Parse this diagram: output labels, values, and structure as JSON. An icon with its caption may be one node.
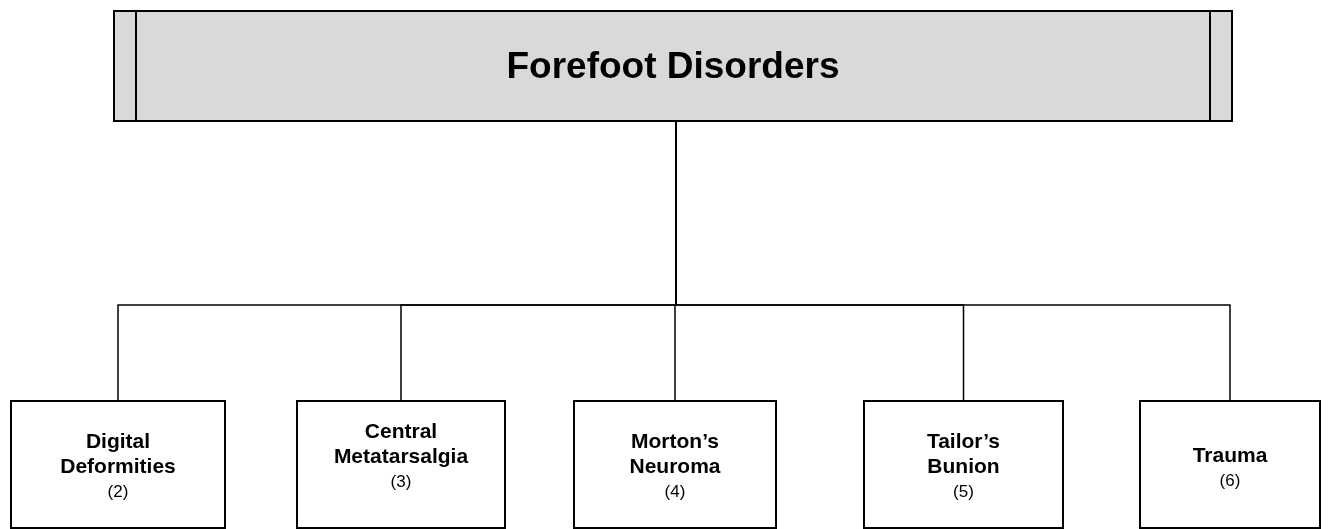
{
  "diagram": {
    "nodes": [
      {
        "text": [
          "Forefoot Disorders"
        ]
      },
      {
        "text": [
          "Digital Deformities",
          "(2)"
        ]
      },
      {
        "text": [
          "Central Metatarsalgia",
          "(3)"
        ]
      },
      {
        "text": [
          "Morton’s Neuroma",
          "(4)"
        ]
      },
      {
        "text": [
          "Tailor’s Bunion",
          "(5)"
        ]
      },
      {
        "text": [
          "Trauma",
          "(6)"
        ]
      }
    ],
    "edges": [
      {
        "from": 0,
        "to": 1,
        "arrow": "none"
      },
      {
        "from": 0,
        "to": 2,
        "arrow": "none"
      },
      {
        "from": 0,
        "to": 3,
        "arrow": "none"
      },
      {
        "from": 0,
        "to": 4,
        "arrow": "none"
      },
      {
        "from": 0,
        "to": 5,
        "arrow": "none"
      }
    ]
  }
}
